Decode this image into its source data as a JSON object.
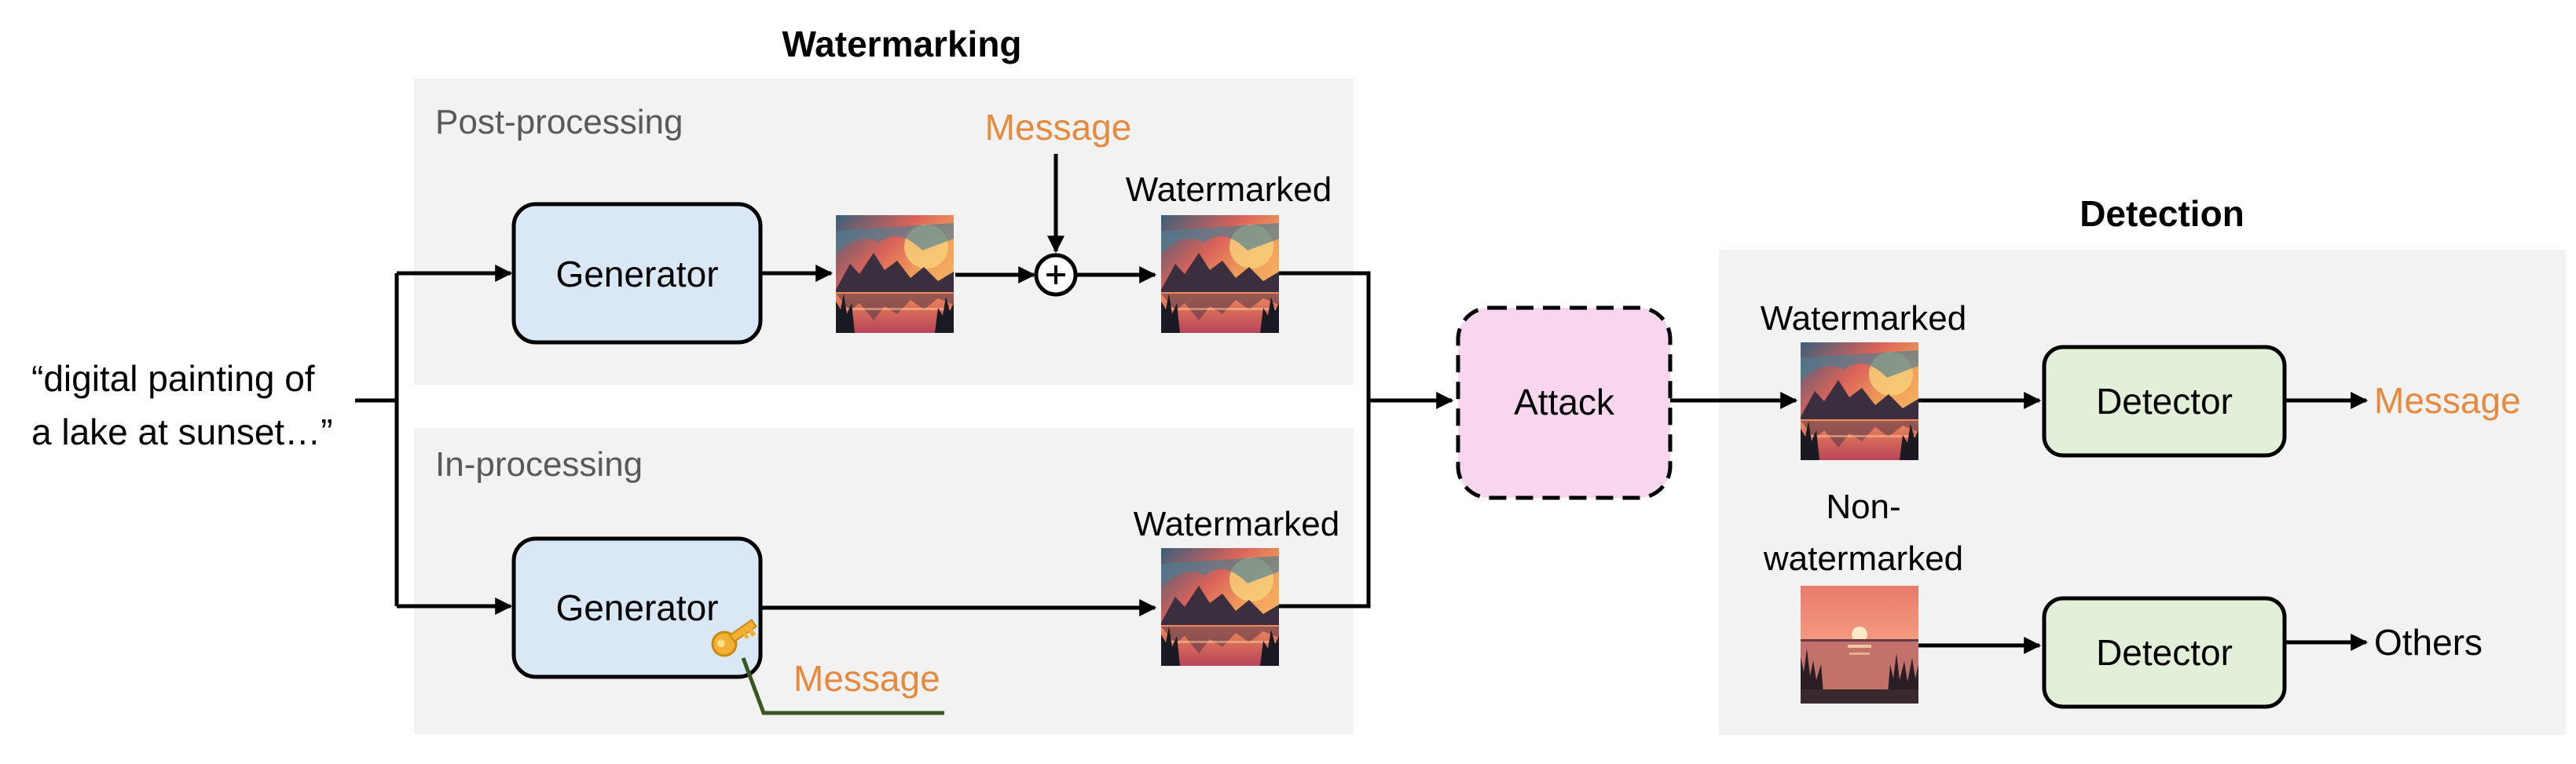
{
  "prompt": {
    "line1": "“digital painting of",
    "line2": "a lake at sunset…”"
  },
  "watermarking": {
    "title": "Watermarking",
    "post_processing": {
      "label": "Post-processing",
      "generator_label": "Generator",
      "message_label": "Message",
      "output_label": "Watermarked"
    },
    "in_processing": {
      "label": "In-processing",
      "generator_label": "Generator",
      "message_label": "Message",
      "output_label": "Watermarked"
    }
  },
  "attack": {
    "label": "Attack"
  },
  "detection": {
    "title": "Detection",
    "watermarked_label": "Watermarked",
    "non_watermarked_line1": "Non-",
    "non_watermarked_line2": "watermarked",
    "detector_label": "Detector",
    "output_watermarked": "Message",
    "output_non_watermarked": "Others"
  },
  "colors": {
    "panel_bg": "#f2f2f2",
    "generator_fill": "#dae8f5",
    "detector_fill": "#e2f0d9",
    "attack_fill": "#f8d7ee",
    "message_accent": "#e58a3f",
    "key_line": "#385723",
    "panel_label": "#595959"
  },
  "icons": {
    "combine": "circled-plus-icon",
    "key": "key-icon"
  }
}
